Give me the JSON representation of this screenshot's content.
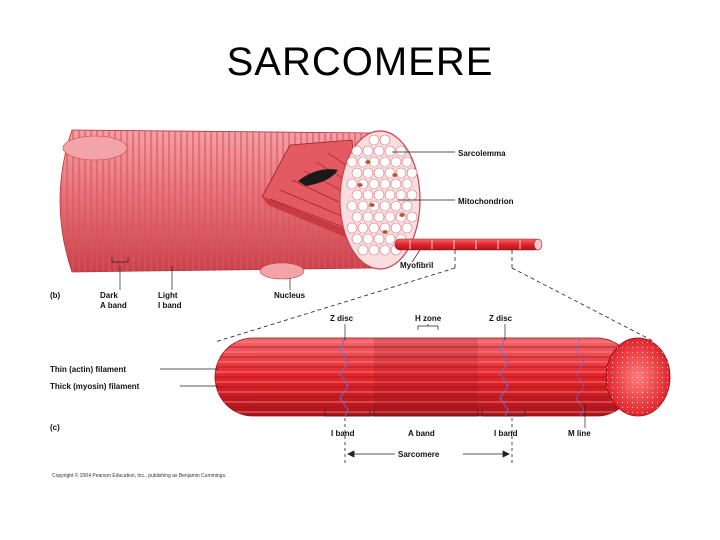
{
  "title": "SARCOMERE",
  "panel_b": {
    "tag": "(b)",
    "labels": {
      "sarcolemma": "Sarcolemma",
      "mitochondrion": "Mitochondrion",
      "myofibril": "Myofibril",
      "nucleus": "Nucleus",
      "dark_a_band": [
        "Dark",
        "A band"
      ],
      "light_i_band": [
        "Light",
        "I band"
      ]
    }
  },
  "panel_c": {
    "tag": "(c)",
    "labels": {
      "z_disc_left": "Z disc",
      "h_zone": "H zone",
      "z_disc_right": "Z disc",
      "thin_filament": "Thin (actin) filament",
      "thick_filament": "Thick (myosin) filament",
      "i_band_left": "I band",
      "a_band": "A band",
      "i_band_right": "I band",
      "m_line": "M line",
      "sarcomere": "Sarcomere"
    }
  },
  "copyright": "Copyright © 2004 Pearson Education, Inc., publishing as Benjamin Cummings.",
  "colors": {
    "muscle": "#e8737a",
    "muscle_dark": "#c9414a",
    "stripe": "#d9535c",
    "cross_section": "#fbdde0",
    "fiber_red": "#e2242b",
    "fiber_dark": "#b81c22",
    "line": "#222222"
  }
}
